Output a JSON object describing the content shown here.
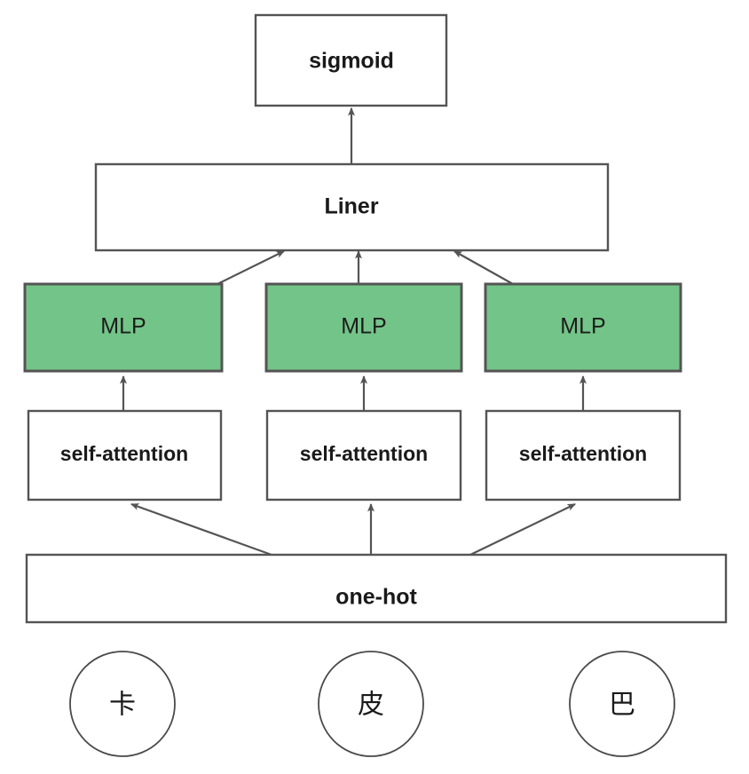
{
  "diagram": {
    "title": "Model architecture diagram",
    "background_color": "#ffffff",
    "border_color": "#545454",
    "accent_color": "#73c488",
    "text_color": "#1a1a1a"
  },
  "nodes": {
    "output": {
      "label": "sigmoid"
    },
    "linear": {
      "label": "Liner"
    },
    "mlp": [
      {
        "label": "MLP"
      },
      {
        "label": "MLP"
      },
      {
        "label": "MLP"
      }
    ],
    "attention": [
      {
        "label": "self-attention"
      },
      {
        "label": "self-attention"
      },
      {
        "label": "self-attention"
      }
    ],
    "encoding": {
      "label": "one-hot"
    },
    "tokens": [
      {
        "label": "卡"
      },
      {
        "label": "皮"
      },
      {
        "label": "巴"
      }
    ]
  },
  "edges": {
    "linear_to_sigmoid": "arrow-up",
    "mlp_left_to_linear": "arrow-up-right",
    "mlp_center_to_linear": "arrow-up",
    "mlp_right_to_linear": "arrow-up-left",
    "attention_to_mlp": "arrow-up",
    "onehot_to_attention_left": "arrow-up-left",
    "onehot_to_attention_center": "arrow-up",
    "onehot_to_attention_right": "arrow-up-right"
  }
}
